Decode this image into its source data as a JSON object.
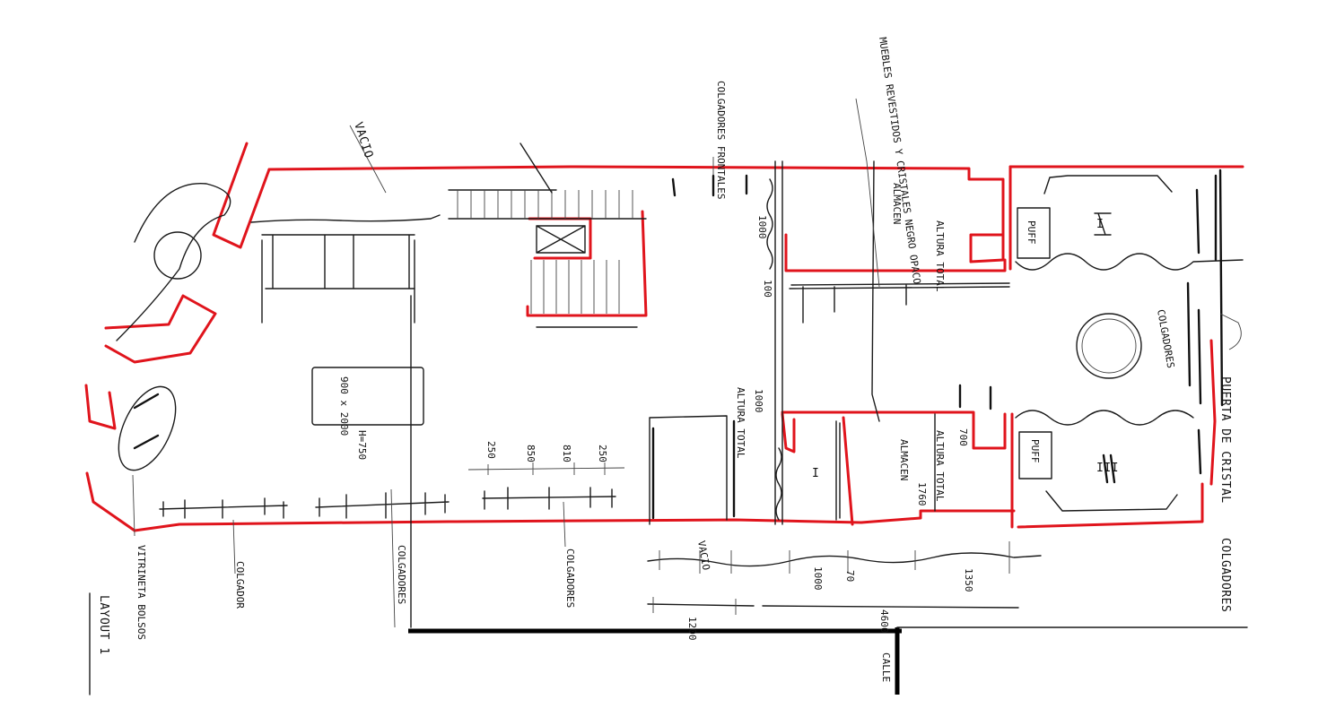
{
  "labels": {
    "vacio_top": "VACIO",
    "colgadores_frontales": "COLGADORES FRONTALES",
    "muebles_note": "MUEBLES REVESTIDOS Y CRISTALES NEGRO OPACO",
    "almacen_top": "ALMACEN",
    "altura_total_top": "ALTURA TOTAL",
    "dim_1000_top": "1000",
    "dim_100_top": "100",
    "puff_top": "PUFF",
    "room_I_top": "I",
    "colgadores_right": "COLGADORES",
    "table_dim": "900 x 2000",
    "table_height": "H=750",
    "shelf_dim_250a": "250",
    "shelf_dim_850": "850",
    "shelf_dim_810": "810",
    "shelf_dim_250b": "250",
    "altura_total_mid": "ALTURA TOTAL",
    "dim_1000_mid": "1000",
    "room_I_mid": "I",
    "almacen_bottom": "ALMACEN",
    "altura_total_bottom": "ALTURA TOTAL",
    "dim_700": "700",
    "dim_1760": "1760",
    "puff_bottom": "PUFF",
    "room_III": "III",
    "puerta_cristal": "PUERTA DE CRISTAL",
    "colgadores_far": "COLGADORES",
    "vitrina": "VITRINETA BOLSOS",
    "colgador": "COLGADOR",
    "colgadores_a": "COLGADORES",
    "colgadores_b": "COLGADORES",
    "vacio_bottom": "VACIO",
    "dim_1200": "1200",
    "dim_1000_bot": "1000",
    "dim_70": "70",
    "dim_1350": "1350",
    "dim_4600": "4600",
    "calle": "CALLE",
    "layout_title": "LAYOUT 1"
  },
  "colors": {
    "wall": "#e0141c",
    "ink": "#111111",
    "paper": "#ffffff"
  }
}
